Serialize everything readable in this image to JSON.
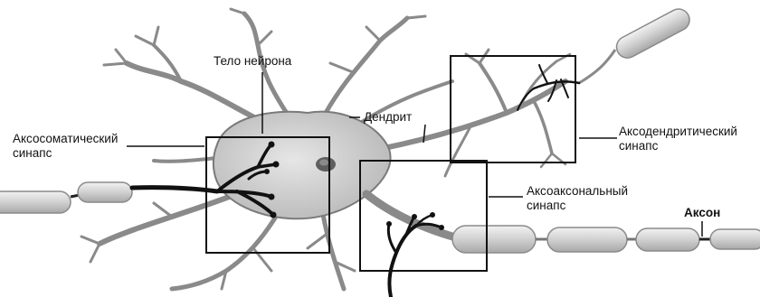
{
  "labels": {
    "cell_body": "Тело нейрона",
    "dendrite": "Дендрит",
    "axosomatic": [
      "Аксосоматический",
      "синапс"
    ],
    "axodendritic": [
      "Аксодендритический",
      "синапс"
    ],
    "axoaxonal": [
      "Аксоаксональный",
      "синапс"
    ],
    "axon": "Аксон"
  },
  "colors": {
    "neuron_fill": "#c8c8c8",
    "neuron_outline": "#7a7a7a",
    "nucleus": "#6a6a6a",
    "myelin_fill": "#d6d6d6",
    "terminal": "#111111",
    "box_stroke": "#111111"
  },
  "icons": [
    "neuron-cell-body",
    "nucleus",
    "dendrite-branches",
    "myelinated-axon",
    "axon-terminal"
  ]
}
